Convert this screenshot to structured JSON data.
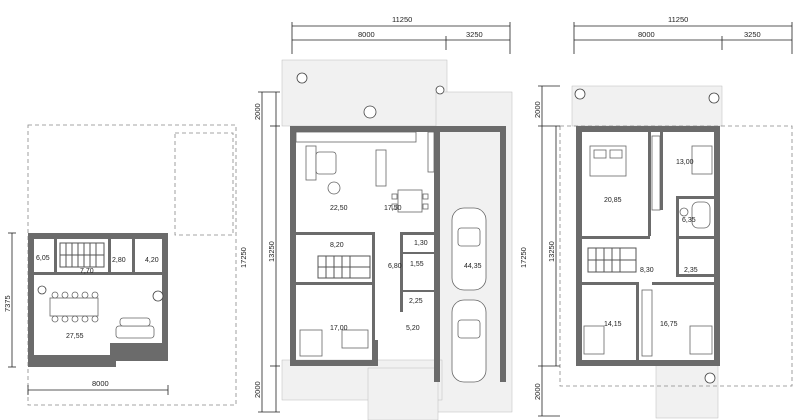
{
  "colors": {
    "wall": "#6b6b6b",
    "line": "#555555",
    "paving": "#f1f1f1"
  },
  "basement": {
    "rooms": [
      {
        "id": "b1",
        "label": "6,05"
      },
      {
        "id": "b2",
        "label": "7,70"
      },
      {
        "id": "b3",
        "label": "2,80"
      },
      {
        "id": "b4",
        "label": "4,20"
      },
      {
        "id": "b5",
        "label": "27,55"
      }
    ],
    "dims": {
      "width": "8000",
      "height": "7375"
    }
  },
  "ground": {
    "rooms": [
      {
        "id": "g1",
        "label": "22,50"
      },
      {
        "id": "g2",
        "label": "17,50"
      },
      {
        "id": "g3",
        "label": "8,20"
      },
      {
        "id": "g4",
        "label": "1,30"
      },
      {
        "id": "g5",
        "label": "6,80"
      },
      {
        "id": "g6",
        "label": "1,55"
      },
      {
        "id": "g7",
        "label": "44,35"
      },
      {
        "id": "g8",
        "label": "2,25"
      },
      {
        "id": "g9",
        "label": "17,00"
      },
      {
        "id": "g10",
        "label": "5,20"
      }
    ],
    "dims": {
      "total": "11250",
      "left": "8000",
      "right": "3250",
      "v1": "2000",
      "v2": "17250",
      "v3": "13250",
      "v4": "2000"
    }
  },
  "upper": {
    "rooms": [
      {
        "id": "u1",
        "label": "13,00"
      },
      {
        "id": "u2",
        "label": "20,85"
      },
      {
        "id": "u3",
        "label": "6,35"
      },
      {
        "id": "u4",
        "label": "8,30"
      },
      {
        "id": "u5",
        "label": "2,35"
      },
      {
        "id": "u6",
        "label": "14,15"
      },
      {
        "id": "u7",
        "label": "16,75"
      }
    ],
    "dims": {
      "total": "11250",
      "left": "8000",
      "right": "3250",
      "v1": "2000",
      "v2": "17250",
      "v3": "13250",
      "v4": "2000"
    }
  }
}
